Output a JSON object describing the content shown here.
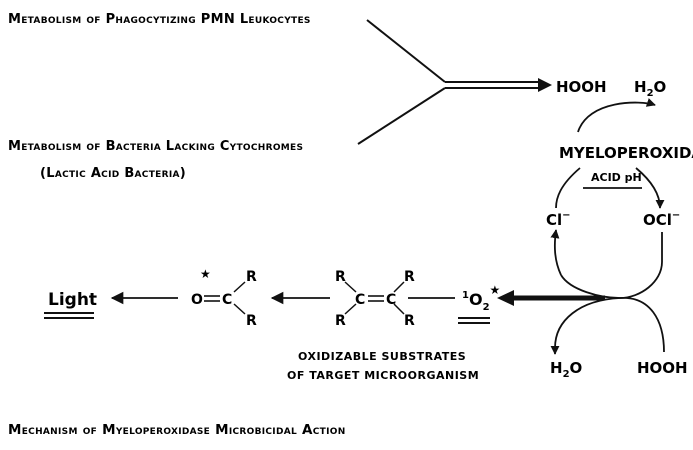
{
  "sources": {
    "line1": "Metabolism of Phagocytizing PMN Leukocytes",
    "line2": "Metabolism of Bacteria Lacking Cytochromes",
    "line3": "(Lactic Acid Bacteria)"
  },
  "enzyme": {
    "hooh_top": "HOOH",
    "h2o_top_base": "H",
    "h2o_top_sub": "2",
    "h2o_top_tail": "O",
    "name": "MYELOPEROXIDASE",
    "condition": "ACID pH",
    "chloride": "Cl",
    "chloride_sup": "−",
    "hypochlorite": "OCl",
    "hypochlorite_sup": "−",
    "h2o_bottom_base": "H",
    "h2o_bottom_sub": "2",
    "h2o_bottom_tail": "O",
    "hooh_bottom": "HOOH"
  },
  "singlet_oxygen": {
    "pre": "1",
    "base": "O",
    "sub": "2",
    "star": "★"
  },
  "substrate": {
    "r1": "R",
    "r2": "R",
    "r3": "R",
    "r4": "R",
    "c1": "C",
    "c2": "C",
    "caption_line1": "OXIDIZABLE  SUBSTRATES",
    "caption_line2": "OF  TARGET  MICROORGANISM"
  },
  "carbonyl": {
    "o": "O",
    "c": "C",
    "r1": "R",
    "r2": "R",
    "star": "★"
  },
  "light": "Light",
  "caption": "Mechanism of Myeloperoxidase Microbicidal Action"
}
